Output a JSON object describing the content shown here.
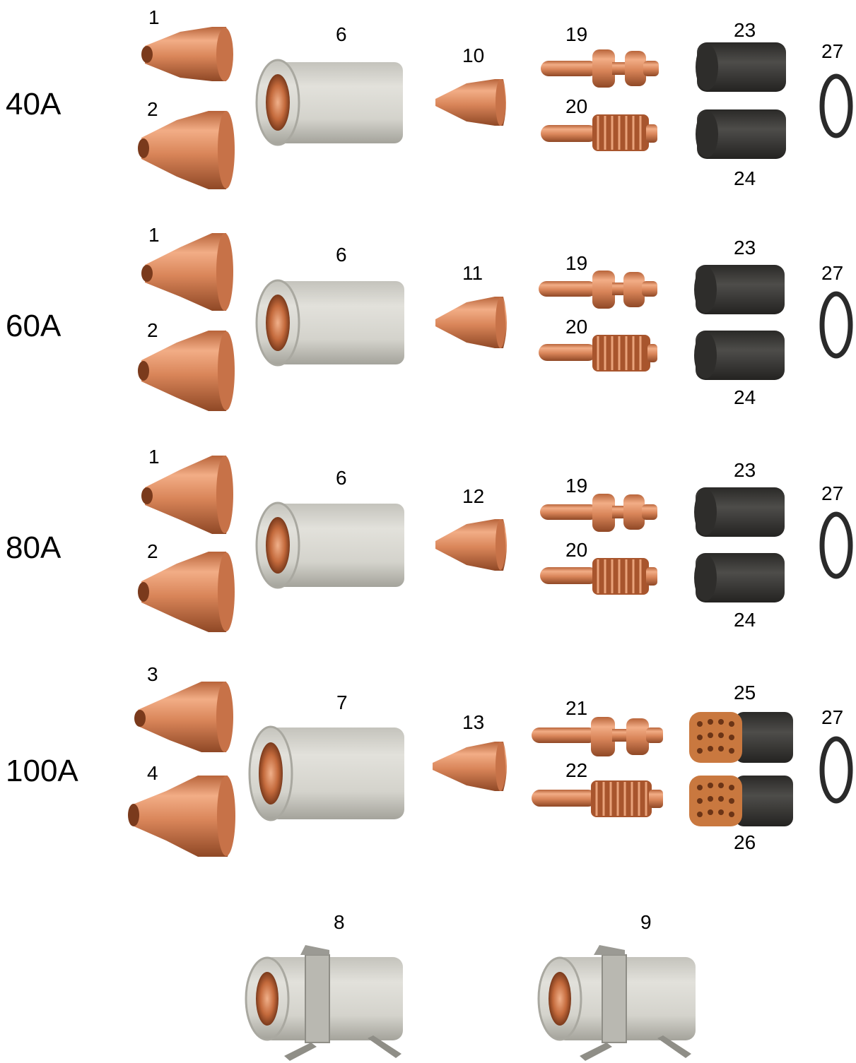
{
  "rows": [
    {
      "amp_label": "40A",
      "parts": {
        "shield_top": "1",
        "shield_bottom": "2",
        "retaining_cup": "6",
        "nozzle": "10",
        "electrode_top": "19",
        "electrode_bottom": "20",
        "swirl_top": "23",
        "swirl_bottom": "24",
        "oring": "27"
      }
    },
    {
      "amp_label": "60A",
      "parts": {
        "shield_top": "1",
        "shield_bottom": "2",
        "retaining_cup": "6",
        "nozzle": "11",
        "electrode_top": "19",
        "electrode_bottom": "20",
        "swirl_top": "23",
        "swirl_bottom": "24",
        "oring": "27"
      }
    },
    {
      "amp_label": "80A",
      "parts": {
        "shield_top": "1",
        "shield_bottom": "2",
        "retaining_cup": "6",
        "nozzle": "12",
        "electrode_top": "19",
        "electrode_bottom": "20",
        "swirl_top": "23",
        "swirl_bottom": "24",
        "oring": "27"
      }
    },
    {
      "amp_label": "100A",
      "parts": {
        "shield_top": "3",
        "shield_bottom": "4",
        "retaining_cup": "7",
        "nozzle": "13",
        "electrode_top": "21",
        "electrode_bottom": "22",
        "swirl_top": "25",
        "swirl_bottom": "26",
        "oring": "27"
      }
    }
  ],
  "bottom_cups": [
    {
      "number": "8"
    },
    {
      "number": "9"
    }
  ],
  "colors": {
    "copper": "#d98559",
    "copper_dark": "#9a4f2a",
    "ceramic": "#d7d6cf",
    "ceramic_dark": "#a9a8a0",
    "swirl_dark": "#3b3a38",
    "swirl_copper": "#c9783f",
    "oring": "#2a2a2a",
    "text": "#1a1a1a"
  }
}
